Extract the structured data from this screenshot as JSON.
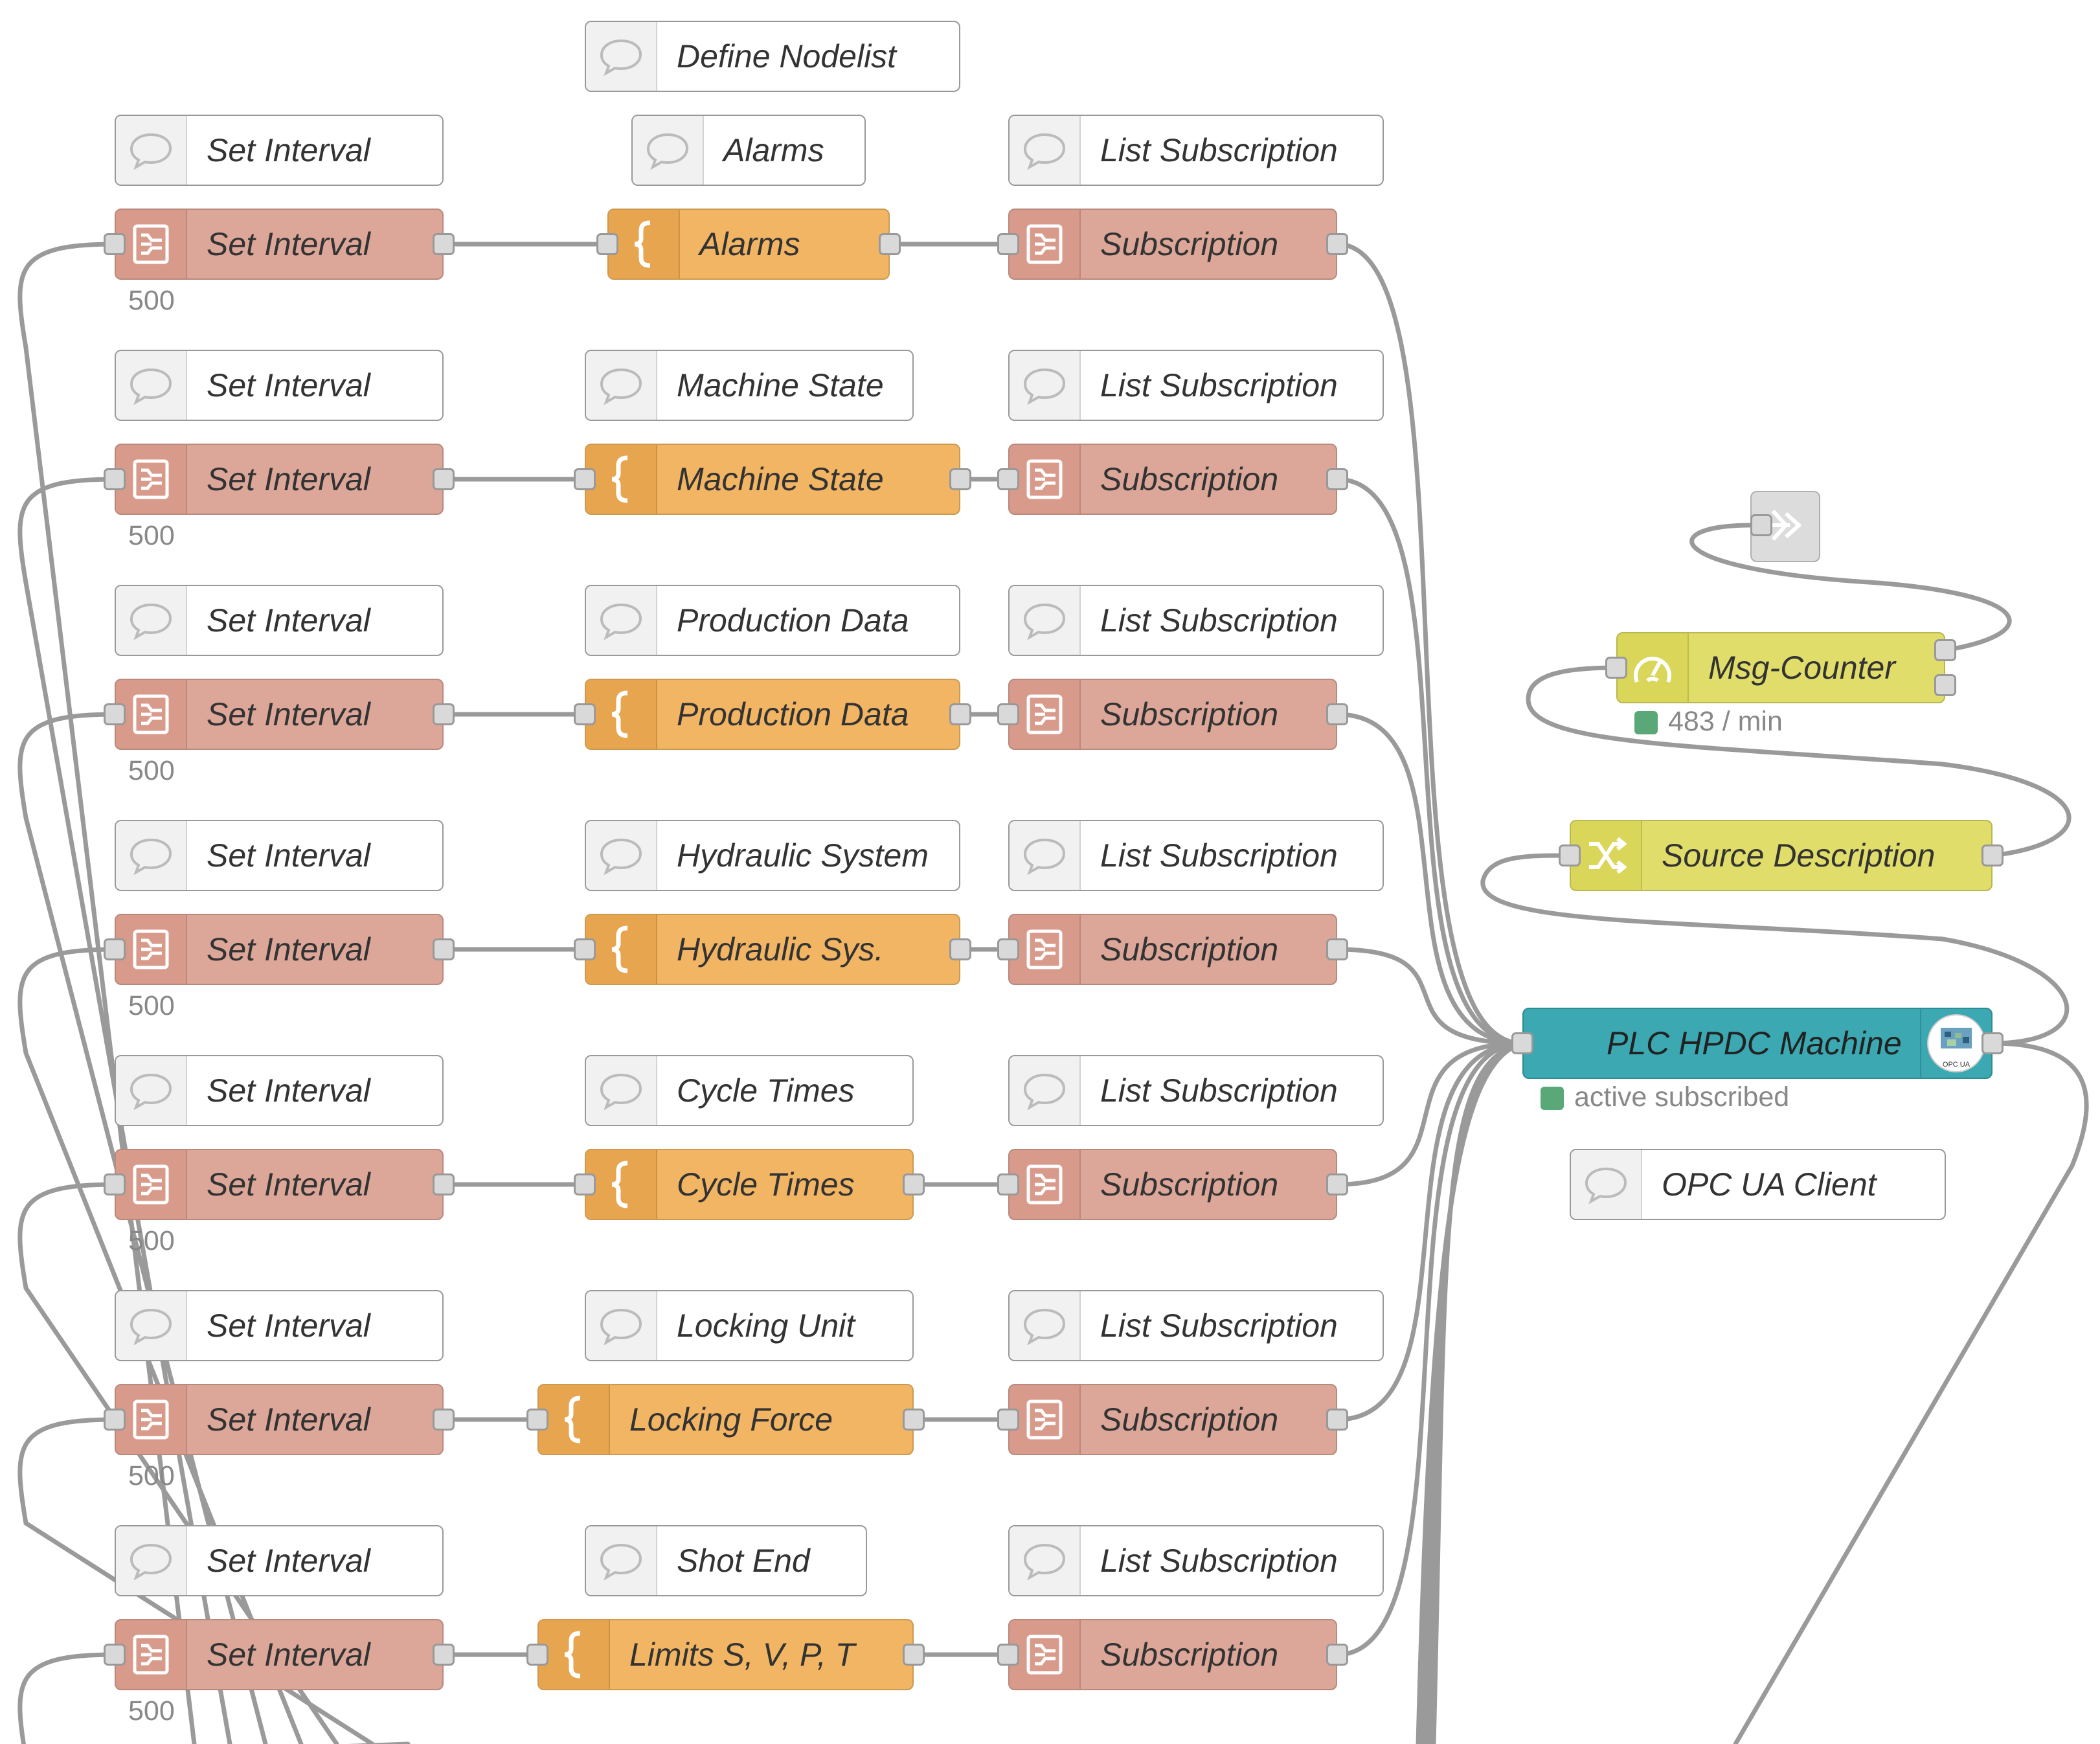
{
  "comments": {
    "define_nodelist": "Define Nodelist",
    "set_interval": "Set Interval",
    "list_subscription": "List Subscription",
    "alarms": "Alarms",
    "machine_state": "Machine State",
    "production_data": "Production Data",
    "hydraulic_system": "Hydraulic System",
    "cycle_times": "Cycle Times",
    "locking_unit": "Locking Unit",
    "shot_end": "Shot End",
    "opc_ua_client": "OPC UA Client"
  },
  "inject": {
    "label": "Set Interval",
    "interval": "500"
  },
  "functions": {
    "alarms": "Alarms",
    "machine_state": "Machine State",
    "production_data": "Production Data",
    "hydraulic": "Hydraulic Sys.",
    "cycle_times": "Cycle Times",
    "locking_force": "Locking Force",
    "limits": "Limits S, V, P, T"
  },
  "subscription": {
    "label": "Subscription"
  },
  "msg_counter": {
    "label": "Msg-Counter",
    "status": "483 / min",
    "status_color": "#5aa878"
  },
  "source_description": {
    "label": "Source Description"
  },
  "opc_client": {
    "label": "PLC HPDC Machine",
    "status": "active subscribed",
    "badge": "OPC UA",
    "status_color": "#5aa878"
  },
  "icons": {
    "comment": "speech-bubble-icon",
    "inject": "inject-list-icon",
    "function": "function-brace-icon",
    "counter": "gauge-icon",
    "change": "shuffle-icon",
    "link": "link-out-icon",
    "opc": "opc-ua-logo-icon"
  },
  "colors": {
    "inject": "#dca799",
    "function": "#f2b564",
    "counter": "#e0dd6a",
    "opc": "#3ba8b2",
    "comment": "#ffffff",
    "wire": "#9a9a9a"
  }
}
